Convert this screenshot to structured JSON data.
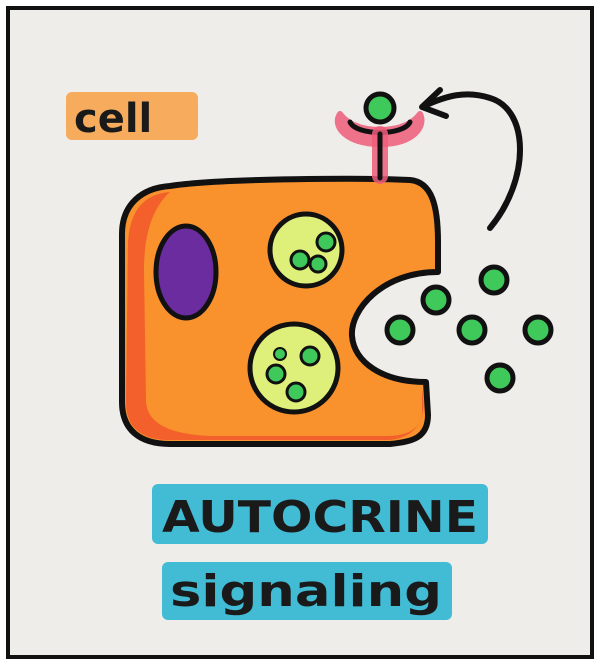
{
  "labels": {
    "cell": "cell",
    "title_line1": "AUTOCRINE",
    "title_line2": "signaling"
  },
  "colors": {
    "cell_label_highlight": "#f6a44c",
    "title_highlight": "#2fb6d3",
    "cell_body_outer": "#f2572b",
    "cell_body_inner": "#f9922d",
    "nucleus": "#6a2c9e",
    "vesicle": "#dff07a",
    "signal_molecule": "#3fc95b",
    "receptor": "#ef5d7a",
    "outline": "#111111"
  },
  "icons": {
    "arrow": "curved-arrow-icon",
    "receptor": "receptor-icon"
  }
}
